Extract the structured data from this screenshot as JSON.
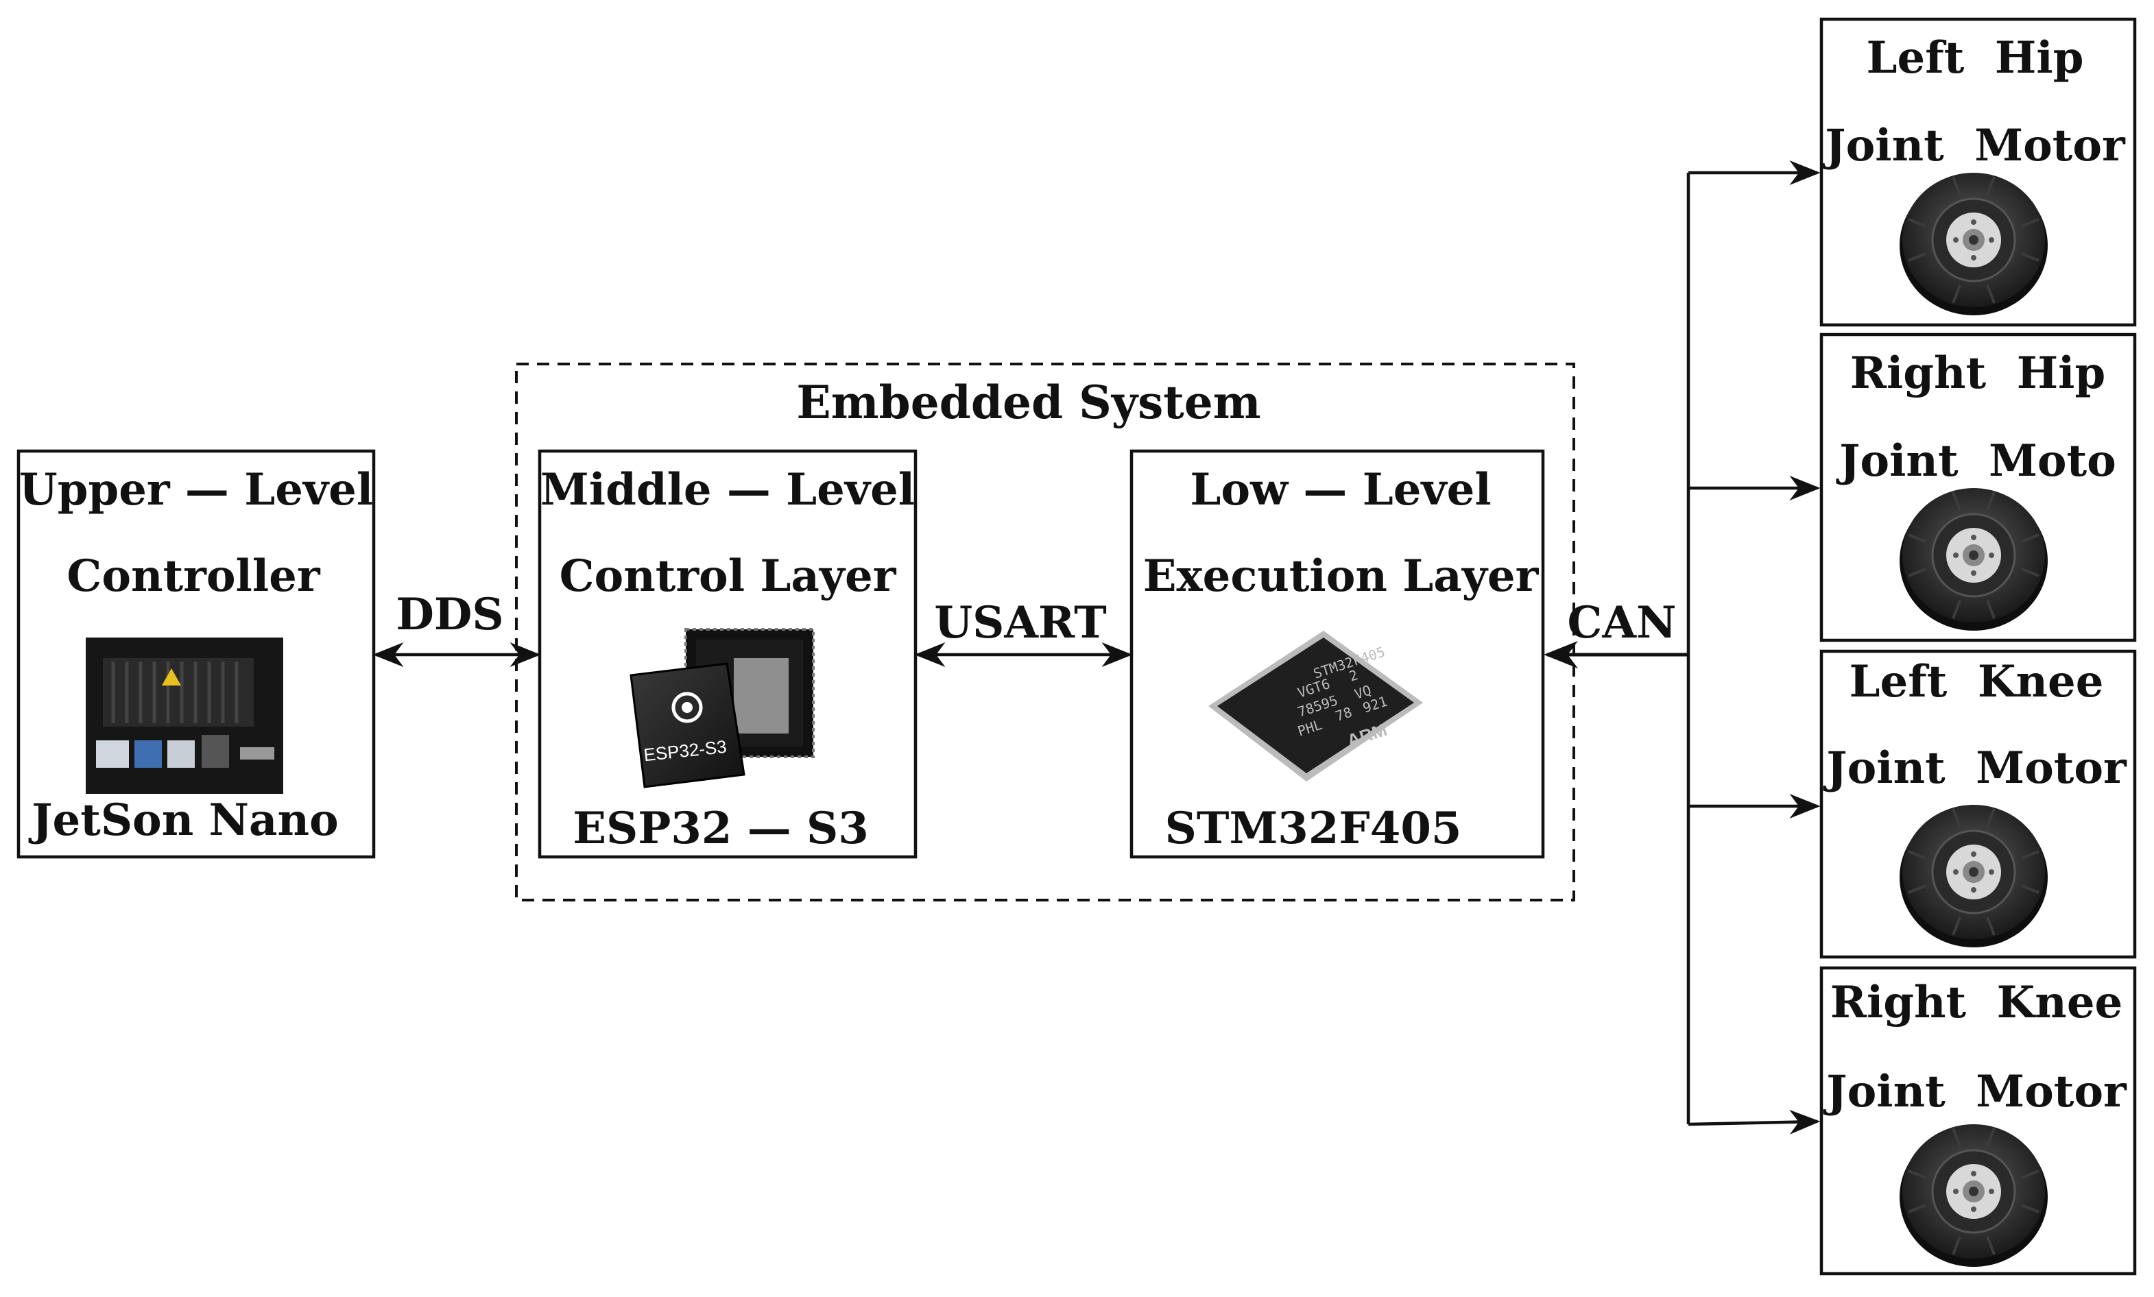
{
  "embedded_system": {
    "title": "Embedded System"
  },
  "upper": {
    "line1": "Upper — Level",
    "line2": "Controller",
    "device": "JetSon Nano"
  },
  "middle": {
    "line1": "Middle — Level",
    "line2": "Control Layer",
    "device": "ESP32 — S3",
    "chip_marking": "ESP32-S3"
  },
  "low": {
    "line1": "Low — Level",
    "line2": "Execution Layer",
    "device": "STM32F405",
    "chip_marking": [
      "STM32F405",
      "VGT6",
      "2",
      "78595",
      "VQ",
      "PHL",
      "78",
      "921"
    ],
    "chip_logo": "ARM"
  },
  "links": {
    "dds": "DDS",
    "usart": "USART",
    "can": "CAN"
  },
  "motors": [
    {
      "line1": "Left  Hip",
      "line2": "Joint  Motor"
    },
    {
      "line1": "Right  Hip",
      "line2": "Joint  Moto"
    },
    {
      "line1": "Left  Knee",
      "line2": "Joint  Motor"
    },
    {
      "line1": "Right  Knee",
      "line2": "Joint  Motor"
    }
  ],
  "colors": {
    "line": "#111111",
    "chip": "#1a1a1a",
    "motor": "#1c1c1c"
  }
}
